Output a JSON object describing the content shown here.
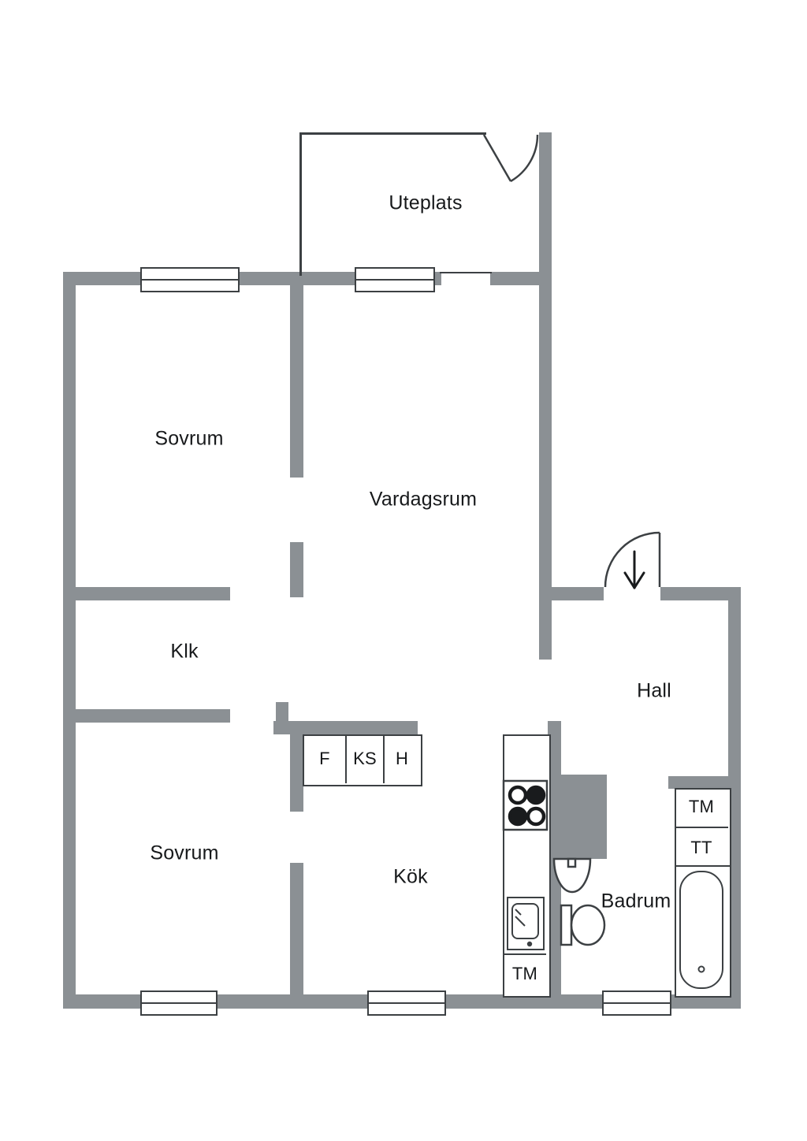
{
  "colors": {
    "wall": "#8b9094",
    "line": "#3c4043",
    "text": "#17191b"
  },
  "rooms": {
    "uteplats": "Uteplats",
    "sovrum_top": "Sovrum",
    "vardagsrum": "Vardagsrum",
    "klk": "Klk",
    "hall": "Hall",
    "sovrum_bottom": "Sovrum",
    "kok": "Kök",
    "badrum": "Badrum"
  },
  "appliances": {
    "f": "F",
    "ks": "KS",
    "h": "H",
    "tm_kok": "TM",
    "tm_badrum": "TM",
    "tt_badrum": "TT"
  }
}
